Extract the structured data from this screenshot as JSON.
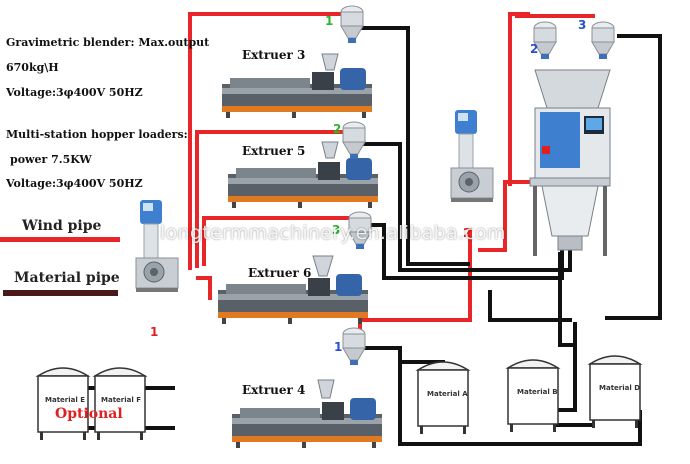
{
  "specs": {
    "blender_output": "Gravimetric blender: Max.output",
    "blender_capacity": "670kg\\H",
    "blender_voltage": "Voltage:3φ400V 50HZ",
    "loaders_title": "Multi-station hopper loaders:",
    "loaders_power": "power 7.5KW",
    "loaders_voltage": "Voltage:3φ400V 50HZ"
  },
  "legend": {
    "wind_pipe": "Wind pipe",
    "material_pipe": "Material pipe",
    "wind_color": "#e8262a",
    "material_color": "#4a1a1a"
  },
  "extruders": {
    "e3": "Extruer 3",
    "e5": "Extruer 5",
    "e6": "Extruer 6",
    "e4": "Extruer 4"
  },
  "numbers": {
    "loader_3": "1",
    "loader_5": "2",
    "loader_6": "3",
    "loader_4": "1",
    "blender_loader_left": "2",
    "blender_loader_right": "3",
    "central_unit": "2",
    "left_unit": "1"
  },
  "tanks": {
    "a": "Material A",
    "b": "Material B",
    "d": "Material D",
    "e": "Material E",
    "f": "Material F",
    "optional": "Optional"
  },
  "watermark": "longtermmachinery.en.alibaba.com",
  "icons": {
    "loader": "hopper-loader-icon",
    "extruder": "extruder-machine-icon",
    "vacuum": "vacuum-station-icon",
    "blender": "gravimetric-blender-icon",
    "silo": "material-silo-icon"
  }
}
